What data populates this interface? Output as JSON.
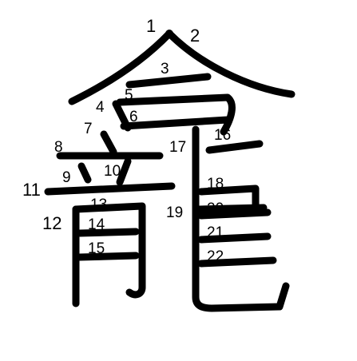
{
  "character": {
    "glyph": "龕"
  },
  "stroke_numbers": [
    "1",
    "2",
    "3",
    "4",
    "5",
    "6",
    "7",
    "8",
    "9",
    "10",
    "11",
    "12",
    "13",
    "14",
    "15",
    "16",
    "17",
    "18",
    "19",
    "20",
    "21",
    "22"
  ]
}
